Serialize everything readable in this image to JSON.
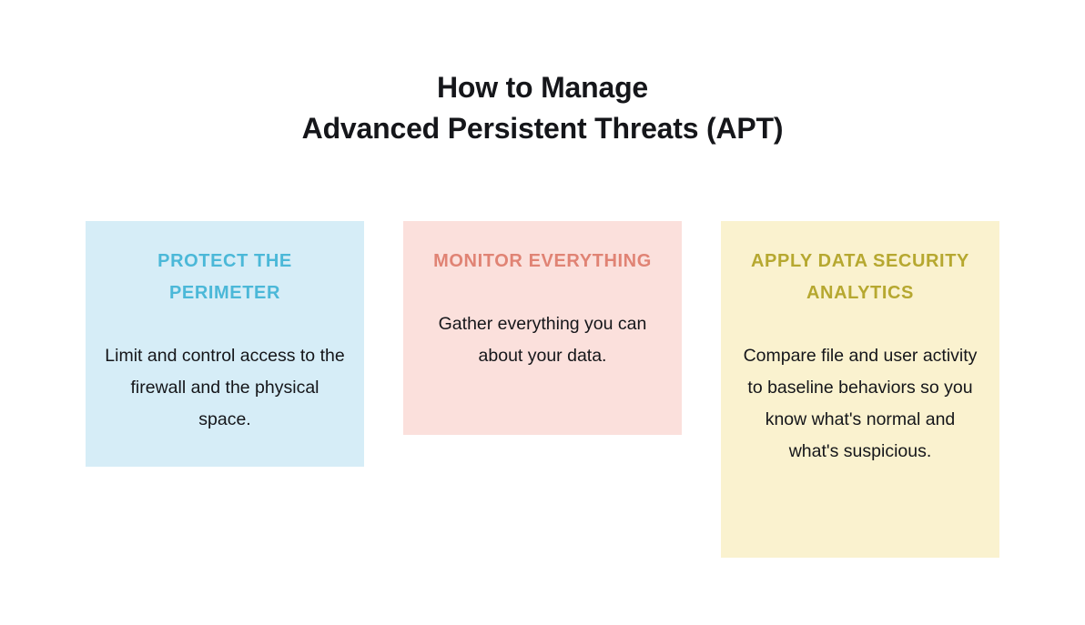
{
  "page": {
    "background_color": "#ffffff",
    "title_lines": [
      "How to Manage",
      "Advanced Persistent Threats (APT)"
    ],
    "title_color": "#15161a"
  },
  "cards": [
    {
      "heading": "PROTECT THE PERIMETER",
      "body": "Limit and control access to the firewall and the physical space.",
      "background_color": "#d6edf7",
      "heading_color": "#4bb8d8",
      "body_color": "#15161a"
    },
    {
      "heading": "MONITOR EVERYTHING",
      "body": "Gather everything you can about your data.",
      "background_color": "#fbe0dc",
      "heading_color": "#e08374",
      "body_color": "#15161a"
    },
    {
      "heading": "APPLY DATA SECURITY ANALYTICS",
      "body": "Compare file and user activity to baseline behaviors so you know what's normal and what's suspicious.",
      "background_color": "#faf2cf",
      "heading_color": "#b6a830",
      "body_color": "#15161a"
    }
  ]
}
